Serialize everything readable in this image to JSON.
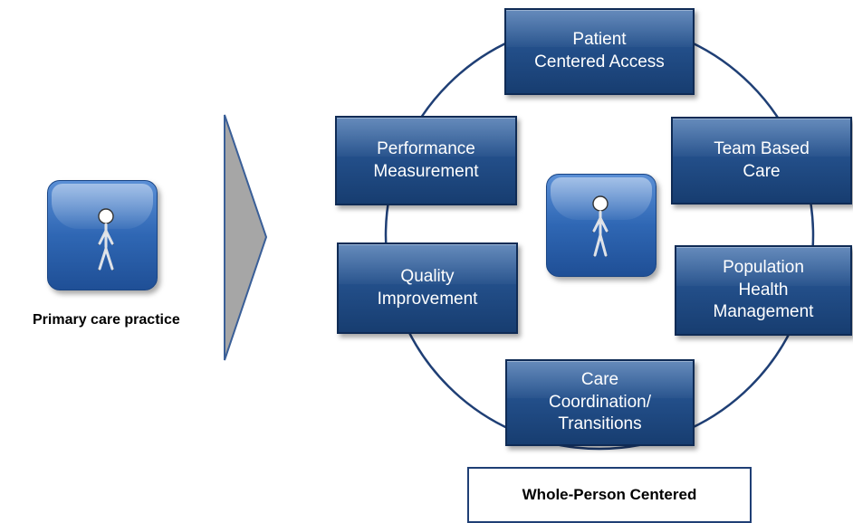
{
  "left": {
    "label": "Primary care practice",
    "icon": "person-icon"
  },
  "center": {
    "icon": "person-icon"
  },
  "boxes": {
    "patient_access": "Patient\nCentered Access",
    "team_care": "Team Based\nCare",
    "population_health": "Population\nHealth\nManagement",
    "care_coordination": "Care\nCoordination/\nTransitions",
    "quality_improvement": "Quality\nImprovement",
    "performance_measurement": "Performance\nMeasurement"
  },
  "footer": {
    "label": "Whole-Person Centered"
  },
  "colors": {
    "box_fill": "#234f8a",
    "box_border": "#0f2b55",
    "ring": "#1f3f75",
    "arrow_fill": "#a6a6a6",
    "arrow_stroke": "#3a5f98"
  }
}
